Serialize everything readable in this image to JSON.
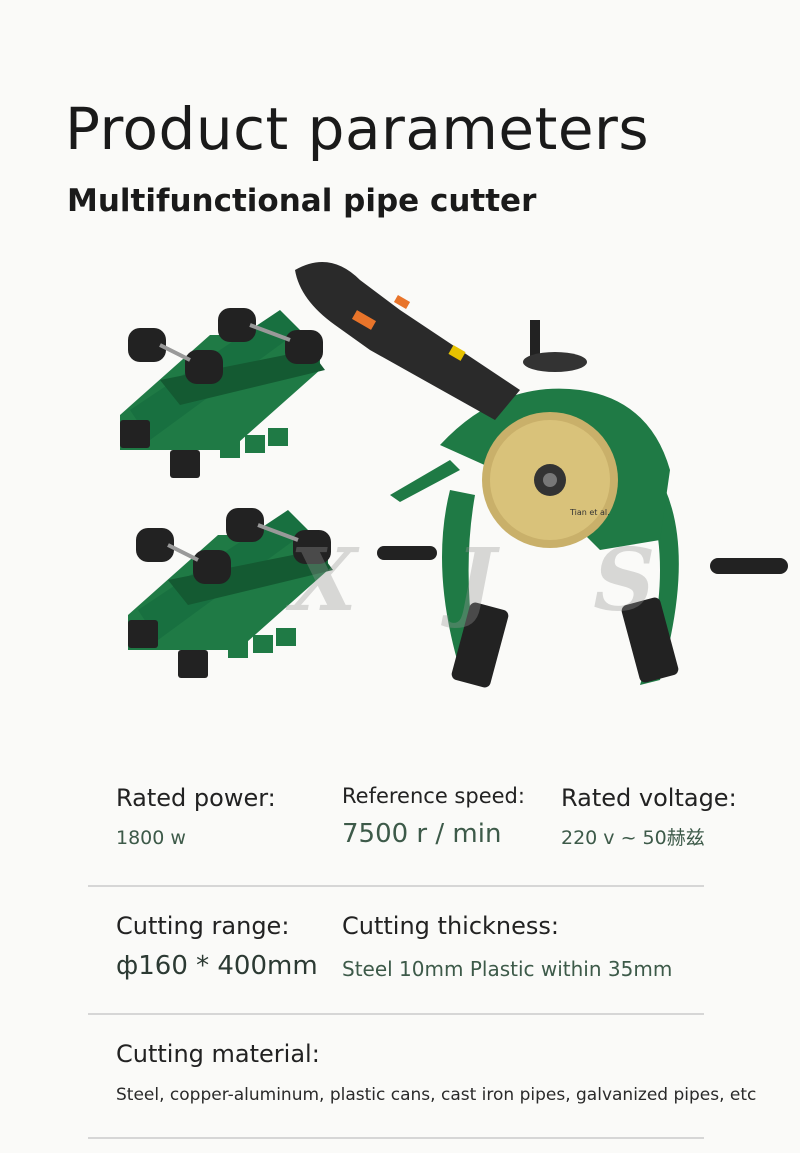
{
  "header": {
    "title": "Product parameters",
    "subtitle": "Multifunctional pipe cutter"
  },
  "watermark": "X J S",
  "label_text": "Tian et al.",
  "params": {
    "rated_power": {
      "label": "Rated power:",
      "value": "1800 w"
    },
    "reference_speed": {
      "label": "Reference speed:",
      "value": "7500 r / min"
    },
    "rated_voltage": {
      "label": "Rated voltage:",
      "value": "220 v ~ 50赫兹"
    },
    "cutting_range": {
      "label": "Cutting range:",
      "value": "ф160 * 400mm"
    },
    "cutting_thickness": {
      "label": "Cutting thickness:",
      "value": "Steel 10mm Plastic within 35mm"
    },
    "cutting_material": {
      "label": "Cutting material:",
      "value": "Steel, copper-aluminum, plastic cans, cast iron pipes, galvanized pipes, etc"
    }
  },
  "colors": {
    "machine_green": "#1f7a45",
    "dark_green": "#145a32",
    "blade_gold": "#d9c27a",
    "motor_black": "#2a2a2a",
    "accent_orange": "#e8742a",
    "value_text": "#3d5a49"
  }
}
